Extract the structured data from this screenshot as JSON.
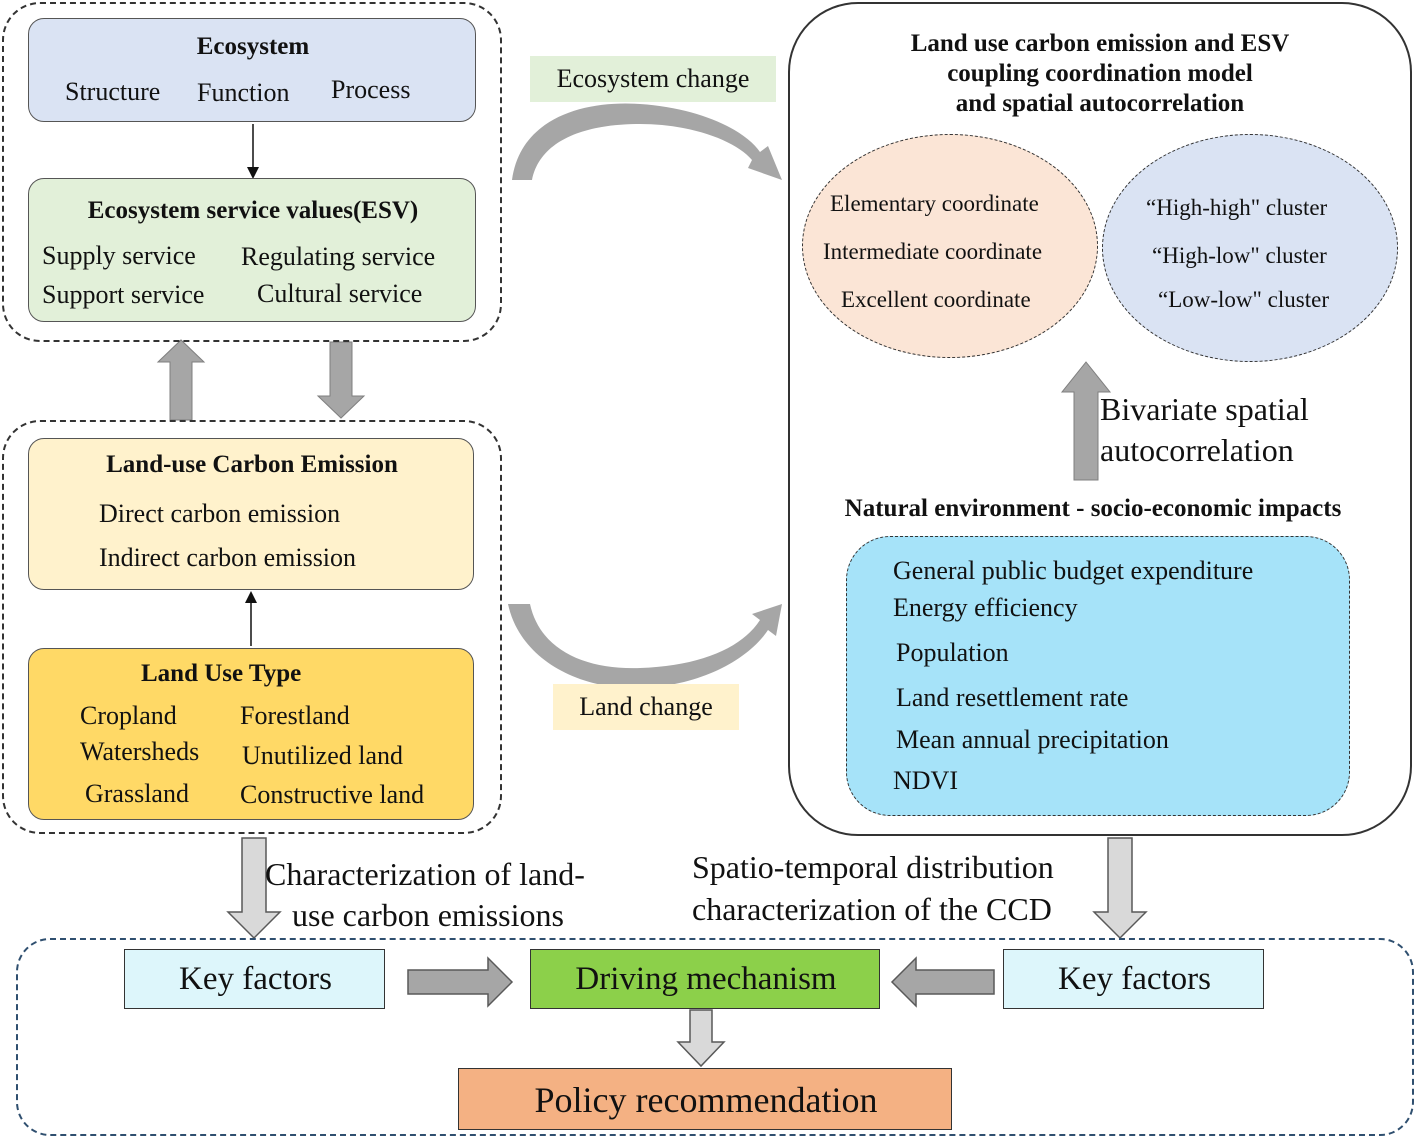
{
  "ecosystem": {
    "title": "Ecosystem",
    "items": [
      "Structure",
      "Function",
      "Process"
    ]
  },
  "esv": {
    "title": "Ecosystem service values(ESV)",
    "items": [
      "Supply service",
      "Regulating service",
      "Support service",
      "Cultural service"
    ]
  },
  "carbon": {
    "title": "Land-use Carbon Emission",
    "items": [
      "Direct carbon emission",
      "Indirect carbon emission"
    ]
  },
  "landuse": {
    "title": "Land Use Type",
    "items": [
      "Cropland",
      "Forestland",
      "Watersheds",
      "Unutilized land",
      "Grassland",
      "Constructive land"
    ]
  },
  "labels": {
    "ecosystem_change": "Ecosystem change",
    "land_change": "Land change",
    "bivariate_1": "Bivariate spatial",
    "bivariate_2": "autocorrelation",
    "characterization_1": "Characterization of land-",
    "characterization_2": "use carbon emissions",
    "spatio_1": "Spatio-temporal distribution",
    "spatio_2": "characterization  of the CCD"
  },
  "model": {
    "title_lines": [
      "Land use carbon emission and ESV",
      "coupling coordination model",
      "and spatial autocorrelation"
    ],
    "coordinate": [
      "Elementary coordinate",
      "Intermediate coordinate",
      "Excellent coordinate"
    ],
    "clusters": [
      "“High-high\" cluster",
      "“High-low\" cluster",
      "“Low-low\" cluster"
    ],
    "impacts_title": "Natural environment - socio-economic impacts",
    "impacts": [
      "General public budget expenditure",
      "Energy efficiency",
      "Population",
      "Land resettlement rate",
      "Mean annual precipitation",
      "NDVI"
    ]
  },
  "bottom": {
    "key_factors_left": "Key factors",
    "driving": "Driving mechanism",
    "key_factors_right": "Key factors",
    "policy": "Policy recommendation"
  },
  "colors": {
    "ecosystem_fill": "#dae3f3",
    "esv_fill": "#e2f0d9",
    "carbon_fill": "#fff2cc",
    "landuse_fill": "#ffd966",
    "coord_fill": "#fbe5d6",
    "cluster_fill": "#dae3f3",
    "impacts_fill": "#a6e3f9",
    "key_factors_fill": "#ddf6fb",
    "driving_fill": "#8cd04a",
    "policy_fill": "#f4b183",
    "arrow_gray": "#a6a6a6"
  }
}
